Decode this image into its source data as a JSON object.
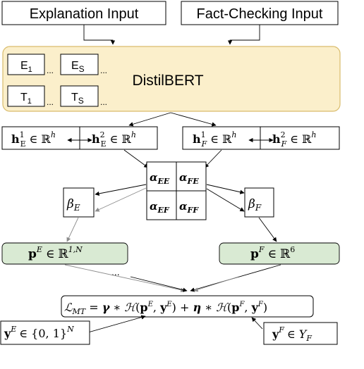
{
  "inputs": {
    "explanation": "Explanation Input",
    "fact_checking": "Fact-Checking Input"
  },
  "encoder": {
    "name": "DistilBERT",
    "tokens": {
      "e1": "E",
      "e1_sub": "1",
      "es": "E",
      "es_sub": "S",
      "t1": "T",
      "t1_sub": "1",
      "ts": "T",
      "ts_sub": "S",
      "ellipsis": "..."
    }
  },
  "hidden_states": {
    "h": "h",
    "in": "∈",
    "reals": "ℝ",
    "dim": "h",
    "sub_e": "E",
    "sub_f": "F",
    "sup_1": "1",
    "sup_2": "2"
  },
  "attention_matrix": {
    "alpha": "α",
    "cells": [
      "EE",
      "FE",
      "EF",
      "FF"
    ]
  },
  "beta": {
    "symbol": "β",
    "e": "E",
    "f": "F"
  },
  "predictions": {
    "p": "p",
    "in": "∈",
    "reals": "ℝ",
    "pe_sup": "E",
    "pe_space": "1,N",
    "pf_sup": "F",
    "pf_space": "6",
    "ellipsis": "..."
  },
  "loss": {
    "L": "ℒ",
    "sub": "MT",
    "eq": " = ",
    "gamma": "γ",
    "times": " ∗ ",
    "H": "ℋ",
    "open": "(",
    "p": "p",
    "comma": ", ",
    "y": "y",
    "close": ")",
    "plus": " + ",
    "eta": "η",
    "e": "E",
    "f": "F"
  },
  "labels": {
    "y": "y",
    "in": "∈",
    "ye_sup": "E",
    "ye_set": "{0, 1}",
    "ye_pow": "N",
    "yf_sup": "F",
    "yf_set": "Y",
    "yf_sub": "F"
  },
  "colors": {
    "encoder_fill": "#fbefcb",
    "encoder_stroke": "#d9bc6c",
    "prediction_fill": "#d9ead3",
    "secondary_arrow": "#8c8c8c"
  }
}
